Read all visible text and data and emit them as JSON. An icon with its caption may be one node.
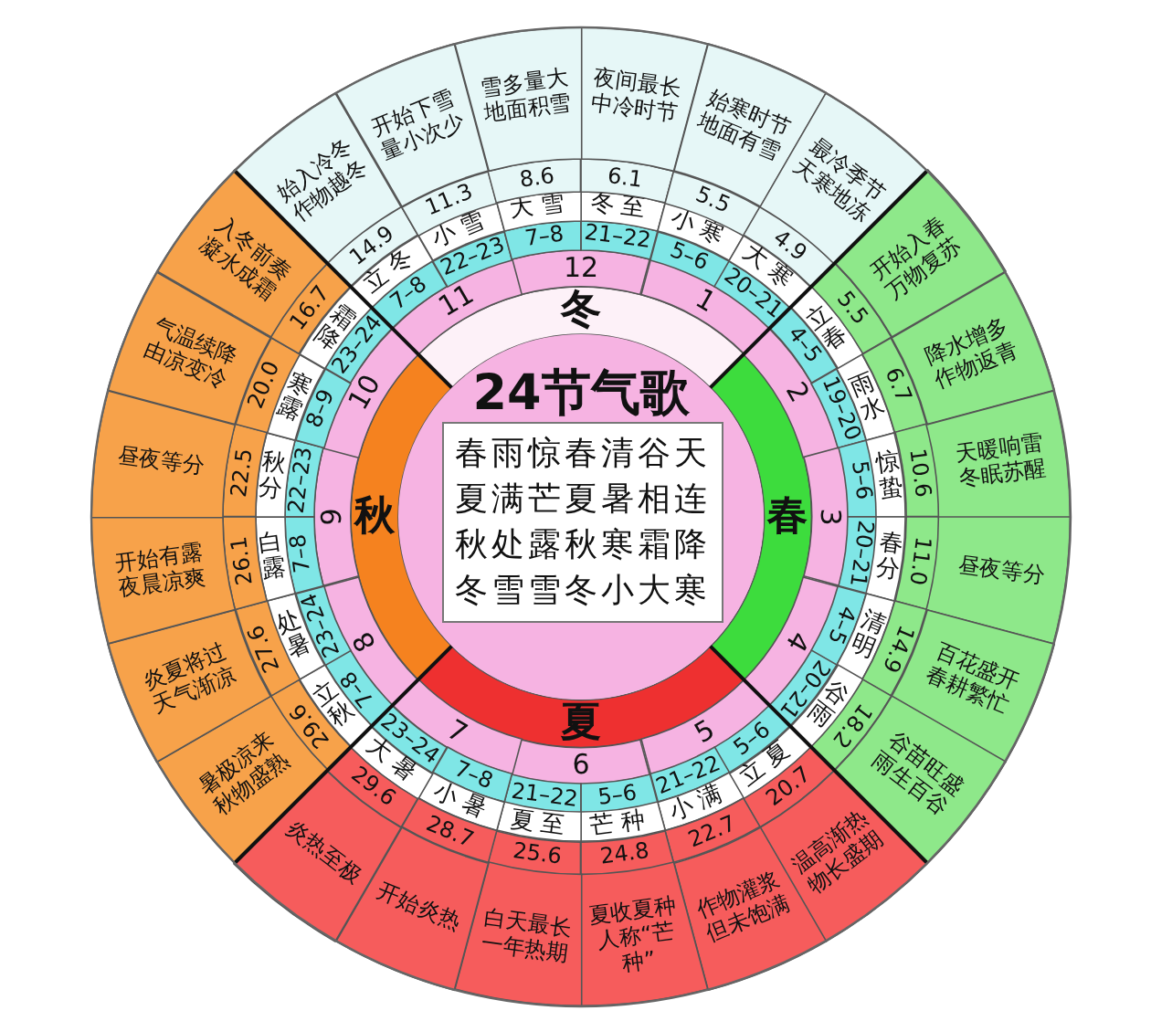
{
  "diagram": {
    "nodes": [
      {
        "text": [
          "24节气歌"
        ]
      },
      {
        "text": [
          "春雨惊春清谷天夏满芒夏暑相连秋处露秋寒霜降冬雪雪冬小大寒"
        ],
        "in": 0
      },
      {
        "text": [
          "冬"
        ]
      },
      {
        "text": [
          "春"
        ]
      },
      {
        "text": [
          "夏"
        ]
      },
      {
        "text": [
          "秋"
        ]
      },
      {
        "text": [
          "12"
        ]
      },
      {
        "text": [
          "1"
        ]
      },
      {
        "text": [
          "2"
        ]
      },
      {
        "text": [
          "3"
        ]
      },
      {
        "text": [
          "4"
        ]
      },
      {
        "text": [
          "5"
        ]
      },
      {
        "text": [
          "6"
        ]
      },
      {
        "text": [
          "7"
        ]
      },
      {
        "text": [
          "8"
        ]
      },
      {
        "text": [
          "9"
        ]
      },
      {
        "text": [
          "10"
        ]
      },
      {
        "text": [
          "11"
        ]
      },
      {
        "text": [
          "21–22"
        ]
      },
      {
        "text": [
          "5–6"
        ]
      },
      {
        "text": [
          "20–21"
        ]
      },
      {
        "text": [
          "4–5"
        ]
      },
      {
        "text": [
          "19–20"
        ]
      },
      {
        "text": [
          "5–6"
        ]
      },
      {
        "text": [
          "20–21"
        ]
      },
      {
        "text": [
          "4–5"
        ]
      },
      {
        "text": [
          "20–21"
        ]
      },
      {
        "text": [
          "5–6"
        ]
      },
      {
        "text": [
          "21–22"
        ]
      },
      {
        "text": [
          "5–6"
        ]
      },
      {
        "text": [
          "21–22"
        ]
      },
      {
        "text": [
          "7–8"
        ]
      },
      {
        "text": [
          "23–24"
        ]
      },
      {
        "text": [
          "7–8"
        ]
      },
      {
        "text": [
          "23–24"
        ]
      },
      {
        "text": [
          "7–8"
        ]
      },
      {
        "text": [
          "22–23"
        ]
      },
      {
        "text": [
          "8–9"
        ]
      },
      {
        "text": [
          "23–24"
        ]
      },
      {
        "text": [
          "7–8"
        ]
      },
      {
        "text": [
          "22–23"
        ]
      },
      {
        "text": [
          "7–8"
        ]
      },
      {
        "text": [
          "冬至"
        ]
      },
      {
        "text": [
          "小寒"
        ]
      },
      {
        "text": [
          "大寒"
        ]
      },
      {
        "text": [
          "立春"
        ]
      },
      {
        "text": [
          "雨水"
        ]
      },
      {
        "text": [
          "惊蛰"
        ]
      },
      {
        "text": [
          "春分"
        ]
      },
      {
        "text": [
          "清明"
        ]
      },
      {
        "text": [
          "谷雨"
        ]
      },
      {
        "text": [
          "立夏"
        ]
      },
      {
        "text": [
          "小满"
        ]
      },
      {
        "text": [
          "芒种"
        ]
      },
      {
        "text": [
          "夏至"
        ]
      },
      {
        "text": [
          "小暑"
        ]
      },
      {
        "text": [
          "大暑"
        ]
      },
      {
        "text": [
          "立秋"
        ]
      },
      {
        "text": [
          "处暑"
        ]
      },
      {
        "text": [
          "白露"
        ]
      },
      {
        "text": [
          "秋分"
        ]
      },
      {
        "text": [
          "寒露"
        ]
      },
      {
        "text": [
          "霜降"
        ]
      },
      {
        "text": [
          "立冬"
        ]
      },
      {
        "text": [
          "小雪"
        ]
      },
      {
        "text": [
          "大雪"
        ]
      },
      {
        "text": [
          "6.1"
        ]
      },
      {
        "text": [
          "5.5"
        ]
      },
      {
        "text": [
          "4.9"
        ]
      },
      {
        "text": [
          "5.5"
        ]
      },
      {
        "text": [
          "6.7"
        ]
      },
      {
        "text": [
          "10.6"
        ]
      },
      {
        "text": [
          "11.0"
        ]
      },
      {
        "text": [
          "14.9"
        ]
      },
      {
        "text": [
          "18.2"
        ]
      },
      {
        "text": [
          "20.7"
        ]
      },
      {
        "text": [
          "22.7"
        ]
      },
      {
        "text": [
          "24.8"
        ]
      },
      {
        "text": [
          "25.6"
        ]
      },
      {
        "text": [
          "28.7"
        ]
      },
      {
        "text": [
          "29.6"
        ]
      },
      {
        "text": [
          "29.6"
        ]
      },
      {
        "text": [
          "27.6"
        ]
      },
      {
        "text": [
          "26.1"
        ]
      },
      {
        "text": [
          "22.5"
        ]
      },
      {
        "text": [
          "20.0"
        ]
      },
      {
        "text": [
          "16.7"
        ]
      },
      {
        "text": [
          "14.9"
        ]
      },
      {
        "text": [
          "11.3"
        ]
      },
      {
        "text": [
          "8.6"
        ]
      },
      {
        "text": [
          "夜间最长中冷时节"
        ]
      },
      {
        "text": [
          "始寒时节地面有雪"
        ]
      },
      {
        "text": [
          "最冷季节天寒地冻"
        ]
      },
      {
        "text": [
          "开始入春万物复苏"
        ]
      },
      {
        "text": [
          "降水增多作物返青"
        ]
      },
      {
        "text": [
          "天暖响雷冬眠苏醒"
        ]
      },
      {
        "text": [
          "昼夜等分"
        ]
      },
      {
        "text": [
          "百花盛开春耕繁忙"
        ]
      },
      {
        "text": [
          "谷苗旺盛雨生百谷"
        ]
      },
      {
        "text": [
          "温高渐热物长盛期"
        ]
      },
      {
        "text": [
          "作物灌浆但未饱满"
        ]
      },
      {
        "text": [
          "夏收夏种人称“芒种”"
        ]
      },
      {
        "text": [
          "白天最长一年热期"
        ]
      },
      {
        "text": [
          "开始炎热"
        ]
      },
      {
        "text": [
          "炎热至极"
        ]
      },
      {
        "text": [
          "暑极凉来秋物盛熟"
        ]
      },
      {
        "text": [
          "炎夏将过天气渐凉"
        ]
      },
      {
        "text": [
          "开始有露夜晨凉爽"
        ]
      },
      {
        "text": [
          "昼夜等分"
        ]
      },
      {
        "text": [
          "气温续降由凉变冷"
        ]
      },
      {
        "text": [
          "入冬前奏凝水成霜"
        ]
      },
      {
        "text": [
          "始入冷冬作物越冬"
        ]
      },
      {
        "text": [
          "开始下雪量小次少"
        ]
      },
      {
        "text": [
          "雪多量大地面积雪"
        ]
      }
    ]
  }
}
